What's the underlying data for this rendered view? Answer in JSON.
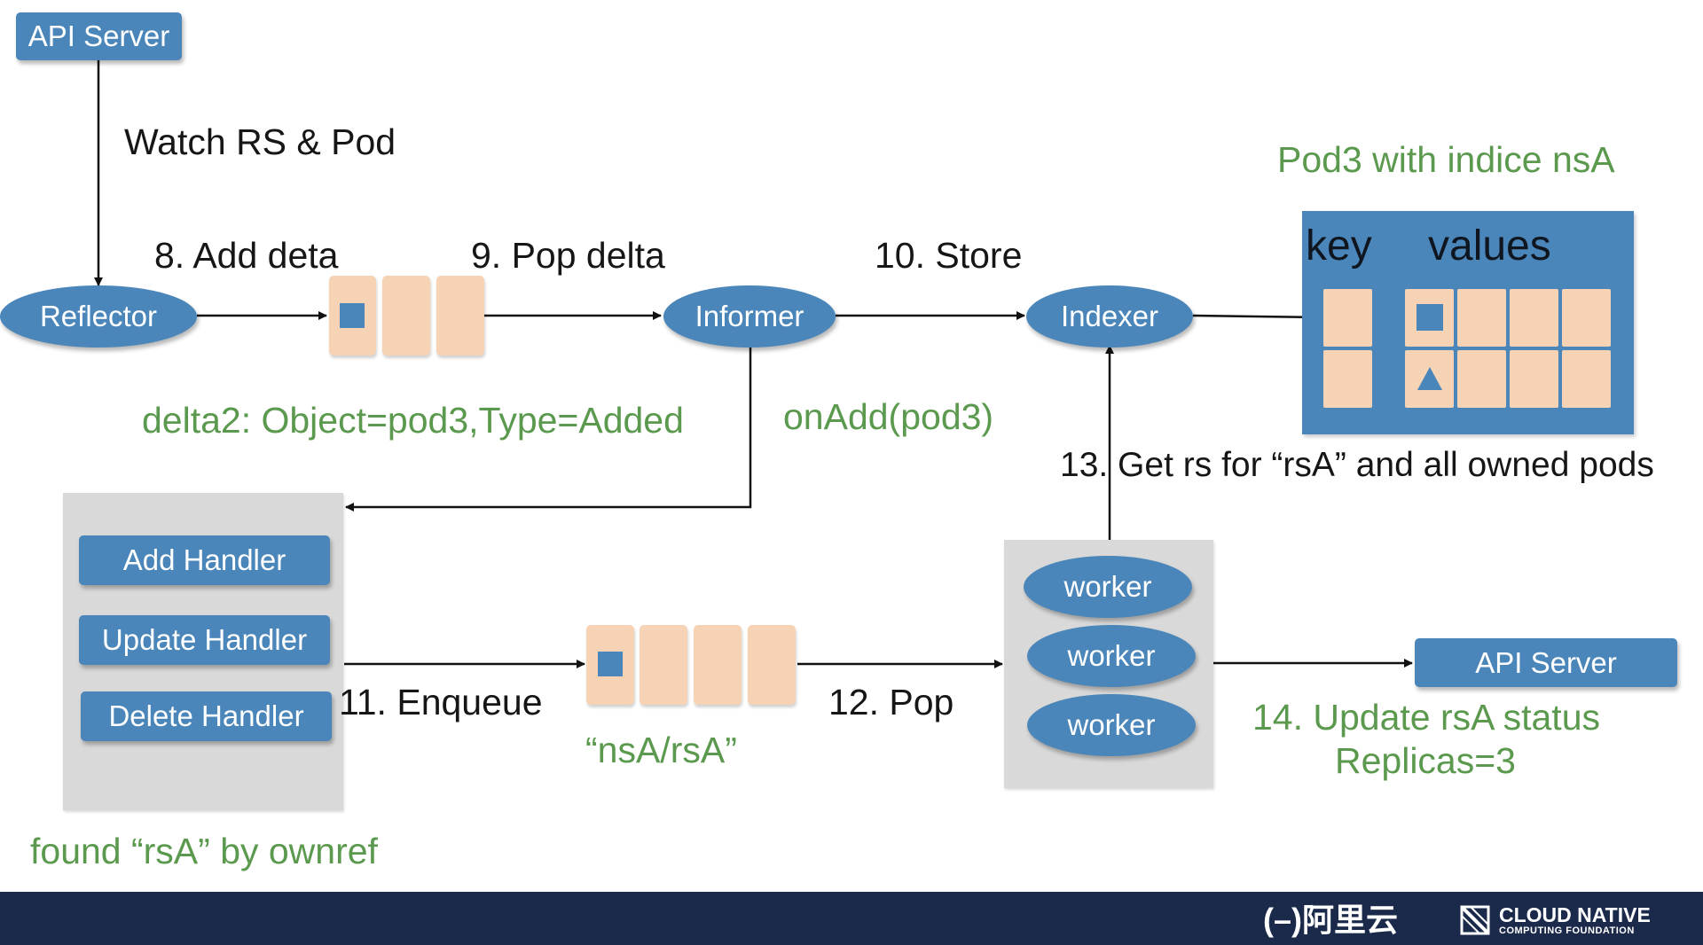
{
  "colors": {
    "node_blue": "#4a86b9",
    "label_green": "#5b9a4e",
    "queue_cell": "#f7d3b5",
    "panel_gray": "#d9d9d9",
    "footer_navy": "#1b2a4a"
  },
  "nodes": {
    "api_server_top": "API Server",
    "reflector": "Reflector",
    "informer": "Informer",
    "indexer": "Indexer",
    "add_handler": "Add Handler",
    "update_handler": "Update Handler",
    "delete_handler": "Delete Handler",
    "workers": [
      "worker",
      "worker",
      "worker"
    ],
    "api_server_bottom": "API Server"
  },
  "store": {
    "title": "Pod3 with indice nsA",
    "key_header": "key",
    "values_header": "values",
    "square_marker_icon": "square-icon",
    "triangle_marker_icon": "triangle-icon"
  },
  "labels": {
    "watch": "Watch RS & Pod",
    "step8": "8. Add deta",
    "step9": "9. Pop delta",
    "step10": "10. Store",
    "delta2": "delta2: Object=pod3,Type=Added",
    "onadd": "onAdd(pod3)",
    "step13": "13. Get rs for “rsA” and all owned pods",
    "step11": "11. Enqueue",
    "step12": "12. Pop",
    "queue_key": "“nsA/rsA”",
    "step14_line1": "14. Update rsA status",
    "step14_line2": "Replicas=3",
    "found": "found “rsA” by ownref"
  },
  "footer": {
    "alibaba_logo_text": "(–)阿里云",
    "cncf_line1": "CLOUD NATIVE",
    "cncf_line2": "COMPUTING FOUNDATION"
  }
}
